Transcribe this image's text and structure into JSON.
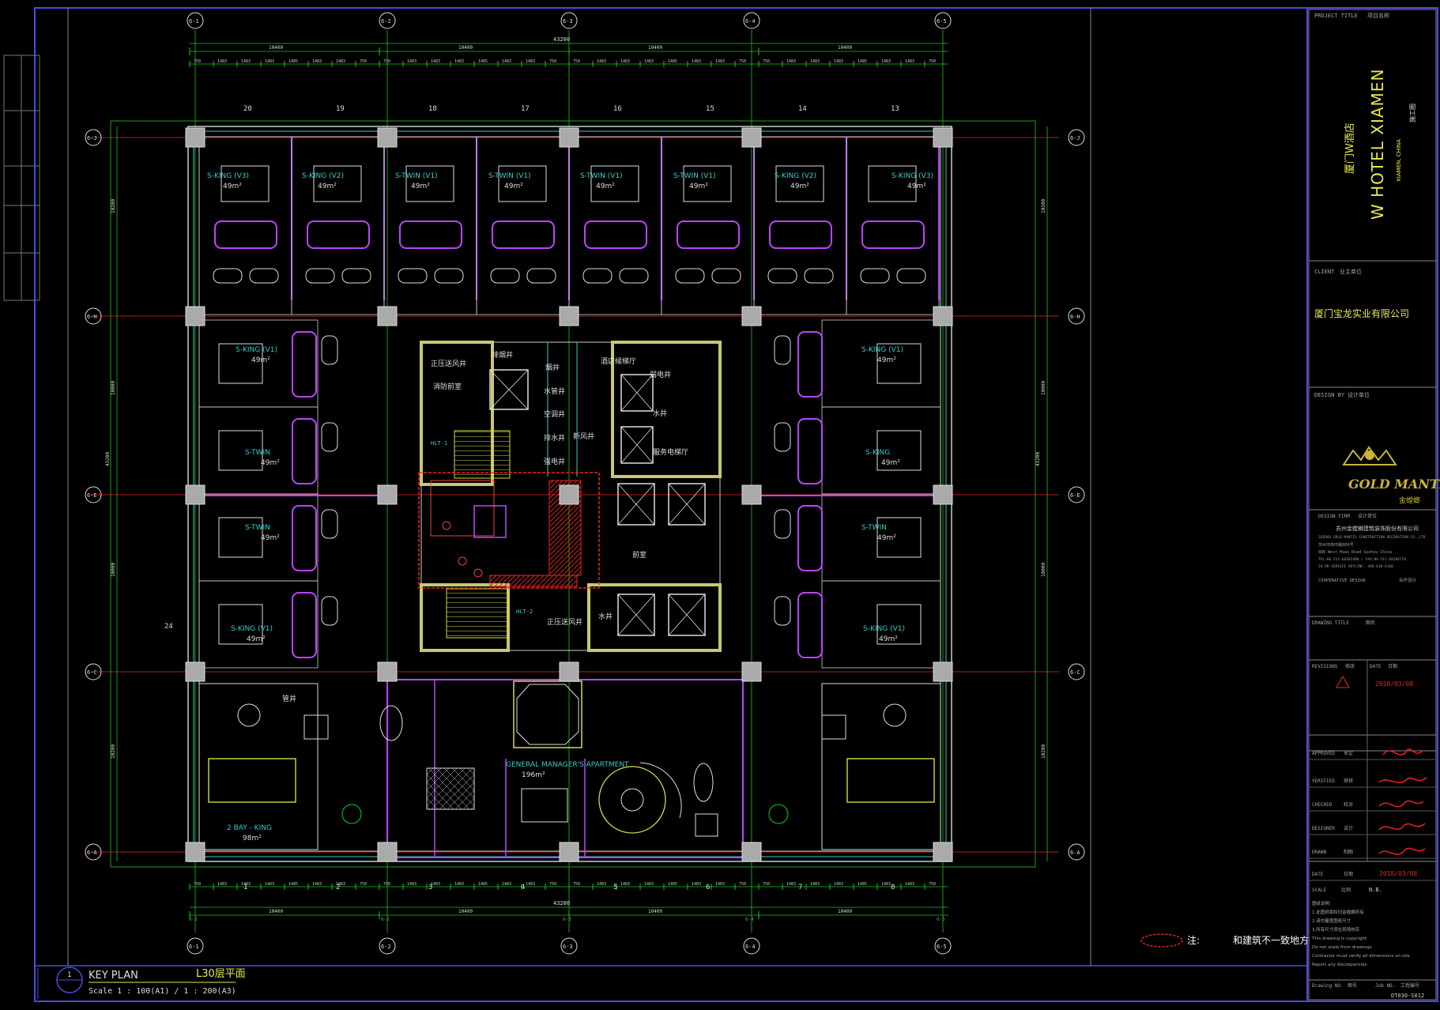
{
  "drawing": {
    "overall_dimension": "43200",
    "major_dimensions": [
      "10400",
      "10400",
      "10400",
      "10400"
    ],
    "minor_dimensions": [
      "750",
      "1483",
      "1483",
      "1483",
      "1485",
      "1483",
      "1483",
      "750"
    ],
    "vertical_dimensions_left": [
      "10200",
      "10000",
      "10000",
      "10200"
    ],
    "vertical_dimension_total": "43200",
    "grid_columns": [
      "6-1",
      "6-2",
      "6-3",
      "6-4",
      "6-5"
    ],
    "grid_rows": [
      "6-J",
      "6-H",
      "6-E",
      "6-C",
      "6-A"
    ],
    "room_numbers_top": [
      "20",
      "19",
      "18",
      "17",
      "16",
      "15",
      "14",
      "13"
    ],
    "room_numbers_bottom": [
      "1",
      "2",
      "3",
      "4",
      "5",
      "6",
      "7",
      "8"
    ],
    "room_number_left": "24",
    "rooms": [
      {
        "label": "S-KING (V3)",
        "area": "49m²"
      },
      {
        "label": "S-KING (V2)",
        "area": "49m²"
      },
      {
        "label": "S-TWIN (V1)",
        "area": "49m²"
      },
      {
        "label": "S-TWIN (V1)",
        "area": "49m²"
      },
      {
        "label": "S-TWIN (V1)",
        "area": "49m²"
      },
      {
        "label": "S-TWIN (V1)",
        "area": "49m²"
      },
      {
        "label": "S-KING (V2)",
        "area": "49m²"
      },
      {
        "label": "S-KING (V3)",
        "area": "49m²"
      },
      {
        "label": "S-KING (V1)",
        "area": "49m²"
      },
      {
        "label": "S-TWIN",
        "area": "49m²"
      },
      {
        "label": "S-TWIN",
        "area": "49m²"
      },
      {
        "label": "S-KING (V1)",
        "area": "49m²"
      },
      {
        "label": "S-KING (V1)",
        "area": "49m²"
      },
      {
        "label": "S-KING",
        "area": "49m²"
      },
      {
        "label": "S-TWIN",
        "area": "49m²"
      },
      {
        "label": "S-KING (V1)",
        "area": "49m²"
      },
      {
        "label": "2 BAY - KING",
        "area": "98m²"
      },
      {
        "label": "GENERAL MANAGER'S APARTMENT",
        "area": "196m²"
      }
    ],
    "core_labels": [
      "正压送风井",
      "消防前室",
      "排烟井",
      "烟井",
      "水管井",
      "空调井",
      "新风井",
      "排水井",
      "强电井",
      "弱电井",
      "水井",
      "服务电梯厅",
      "酒店候梯厅",
      "前室",
      "正压送风井",
      "水井",
      "管井"
    ],
    "stair_labels": [
      "HLT-1",
      "HLT-2"
    ],
    "key_plan_title": "KEY PLAN",
    "plan_name": "L30层平面",
    "scale_text": "Scale 1 : 100(A1) / 1 : 200(A3)",
    "view_number": "1",
    "revision_cloud_note_prefix": "注:",
    "revision_cloud_note": "和建筑不一致地方"
  },
  "title_block": {
    "project_title_label": "PROJECT TITLE",
    "project_title_cn_label": "项目名称",
    "project_name_cn": "厦门W酒店",
    "project_name_en": "W HOTEL XIAMEN",
    "project_location": "XIAMEN, CHINA",
    "project_stage": "施工图",
    "client_label": "CLIENT",
    "client_cn_label": "业主单位",
    "client_name": "厦门宝龙实业有限公司",
    "design_by_label": "DESIGN BY",
    "design_by_cn_label": "设计单位",
    "logo_text": "GOLD MANTIS",
    "logo_sub": "金螳螂",
    "design_firm_label": "DESIGN FIRM",
    "design_firm_cn_label": "设计单位",
    "design_firm_name": "苏州金螳螂建筑装饰股份有限公司",
    "firm_addr_1": "SUZHOU GOLD MANTIS CONSTRUCTION DECORATION CO.,LTD",
    "firm_addr_2": "苏州市西环路888号",
    "firm_addr_3": "888 West Huan Road Suzhou China",
    "firm_addr_4": "TEL:86-512-68283400 / FAX:86-512-68286729",
    "firm_addr_5": "24 HR SERVICE HOTLINE: 400-630-6160",
    "cooperative_label": "COOPERATIVE DESIGN",
    "cooperative_cn_label": "合作设计",
    "drawing_title_label": "DRAWING TITLE",
    "drawing_title_cn_label": "图名",
    "revisions_label": "REVISIONS",
    "revisions_cn_label": "修改",
    "date_label": "DATE",
    "date_cn_label": "日期",
    "revision_date": "2018/03/08",
    "approved_label": "APPROVED",
    "approved_cn": "审定",
    "verified_label": "VERIFIED",
    "verified_cn": "审核",
    "checked_label": "CHECKED",
    "checked_cn": "校对",
    "designer_label": "DESIGNER",
    "designer_cn": "设计",
    "drawn_label": "DRAWN",
    "drawn_cn": "制图",
    "date2_label": "DATE",
    "date2_cn": "日期",
    "date2_value": "2018/03/08",
    "scale_label": "SCALE",
    "scale_cn": "比例",
    "scale_value": "N.B.",
    "notes_lines": [
      "图纸说明:",
      "1.此图纸版权归金螳螂所有",
      "2.请勿量度图纸尺寸",
      "3.所有尺寸须在现场核实",
      "This drawing is copyright",
      "Do not scale from drawings",
      "Contractor must verify all dimensions on site",
      "Report any discrepancies"
    ],
    "drawing_no_label": "Drawing NO.",
    "drawing_no_cn": "图号",
    "job_no_label": "Job NO.",
    "job_no_cn": "工程编号",
    "drawing_no_value": "DT030-S012"
  }
}
